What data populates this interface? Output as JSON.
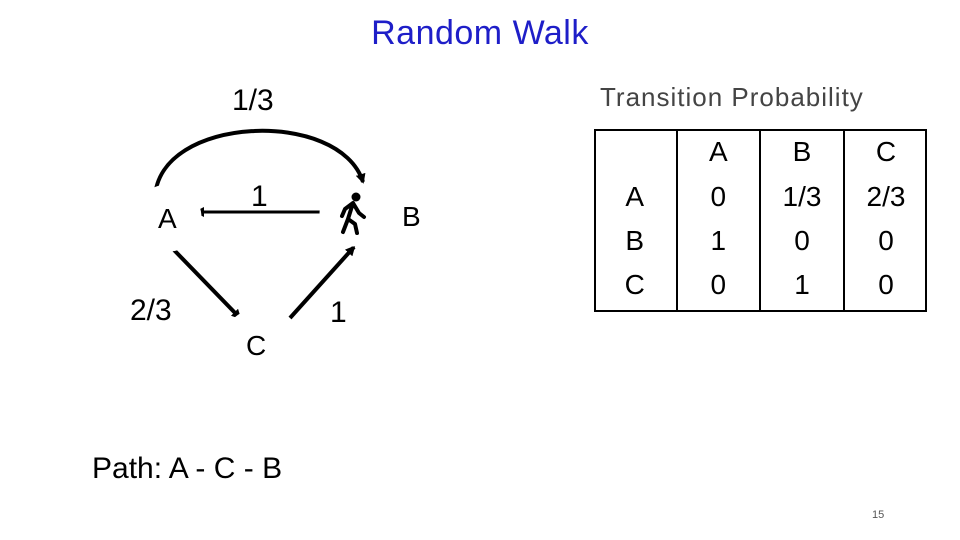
{
  "title": "Random Walk",
  "graph": {
    "nodes": [
      {
        "id": "A",
        "label": "A"
      },
      {
        "id": "B",
        "label": "B"
      },
      {
        "id": "C",
        "label": "C"
      }
    ],
    "edges": [
      {
        "from": "A",
        "to": "B",
        "label": "1/3"
      },
      {
        "from": "B",
        "to": "A",
        "label": "1"
      },
      {
        "from": "A",
        "to": "C",
        "label": "2/3"
      },
      {
        "from": "C",
        "to": "B",
        "label": "1"
      }
    ],
    "walker_icon": "person-walking-icon"
  },
  "transition": {
    "heading": "Transition Probability",
    "columns": [
      "A",
      "B",
      "C"
    ],
    "rows": [
      {
        "label": "A",
        "values": [
          "0",
          "1/3",
          "2/3"
        ]
      },
      {
        "label": "B",
        "values": [
          "1",
          "0",
          "0"
        ]
      },
      {
        "label": "C",
        "values": [
          "0",
          "1",
          "0"
        ]
      }
    ]
  },
  "path_text": "Path: A - C - B",
  "page_number": "15",
  "colors": {
    "title": "#1e1ec8",
    "heading": "#444444",
    "stroke": "#000000"
  }
}
